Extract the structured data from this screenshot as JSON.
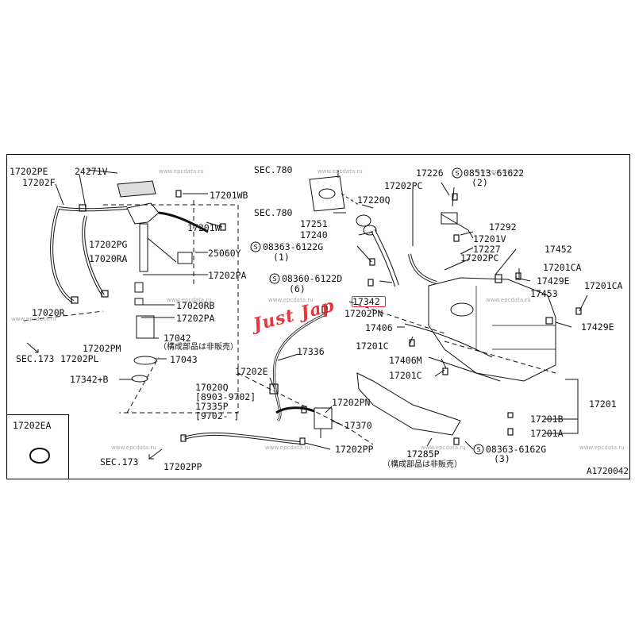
{
  "labels": {
    "p17202PE": "17202PE",
    "p24271V": "24271V",
    "p17202F": "17202F",
    "p17201WB": "17201WB",
    "p17202PG": "17202PG",
    "p17201W": "17201W",
    "p17020RA": "17020RA",
    "p25060Y": "25060Y",
    "p17202PA_1": "17202PA",
    "p17020R": "17020R",
    "p17020RB": "17020RB",
    "p17202PA_2": "17202PA",
    "p17202PL": "17202PL",
    "p17202PM": "17202PM",
    "p17042": "17042",
    "jp_not_sold_1": "（構成部品は非販売）",
    "p17043": "17043",
    "p17342B": "17342+B",
    "sec173_1": "SEC.173",
    "p17202EA": "17202EA",
    "sec173_2": "SEC.173",
    "p17202PP_1": "17202PP",
    "sec780_1": "SEC.780",
    "sec780_2": "SEC.780",
    "p17202Q": "17220Q",
    "p17251": "17251",
    "p17240": "17240",
    "s08363_6122G": "08363-6122G",
    "s08363_6122G_qty": "(1)",
    "s08360_6122D": "08360-6122D",
    "s08360_6122D_qty": "(6)",
    "p17226": "17226",
    "s08513_61622": "08513-61622",
    "s08513_61622_qty": "(2)",
    "p17202PC_1": "17202PC",
    "p17292": "17292",
    "p17201V": "17201V",
    "p17227": "17227",
    "p17202PC_2": "17202PC",
    "p17452": "17452",
    "p17201CA_1": "17201CA",
    "p17429E_1": "17429E",
    "p17201CA_2": "17201CA",
    "p17453": "17453",
    "p17429E_2": "17429E",
    "p17342": "17342",
    "p17202PN_1": "17202PN",
    "p17406": "17406",
    "p17201C_1": "17201C",
    "p17336": "17336",
    "p17406M": "17406M",
    "p17201C_2": "17201C",
    "p17202E": "17202E",
    "p17020Q": "17020Q",
    "d8903_9702": "[8903-9702]",
    "p17335P": "17335P",
    "d9702": "[9702-    ]",
    "p17202PN_2": "17202PN",
    "p17370": "17370",
    "p17202PP_2": "17202PP",
    "p17285P": "17285P",
    "jp_not_sold_2": "（構成部品は非販売）",
    "s08363_6162G": "08363-6162G",
    "s08363_6162G_qty": "(3)",
    "p17201": "17201",
    "p17201B": "17201B",
    "p17201A": "17201A",
    "ref_code": "A1720042"
  },
  "watermark": "www.epcdata.ru",
  "logo_text": "Just Jap",
  "colors": {
    "line": "#111111",
    "highlight": "#e23333",
    "logo": "#e5212a",
    "watermark": "#a9a9a9"
  }
}
